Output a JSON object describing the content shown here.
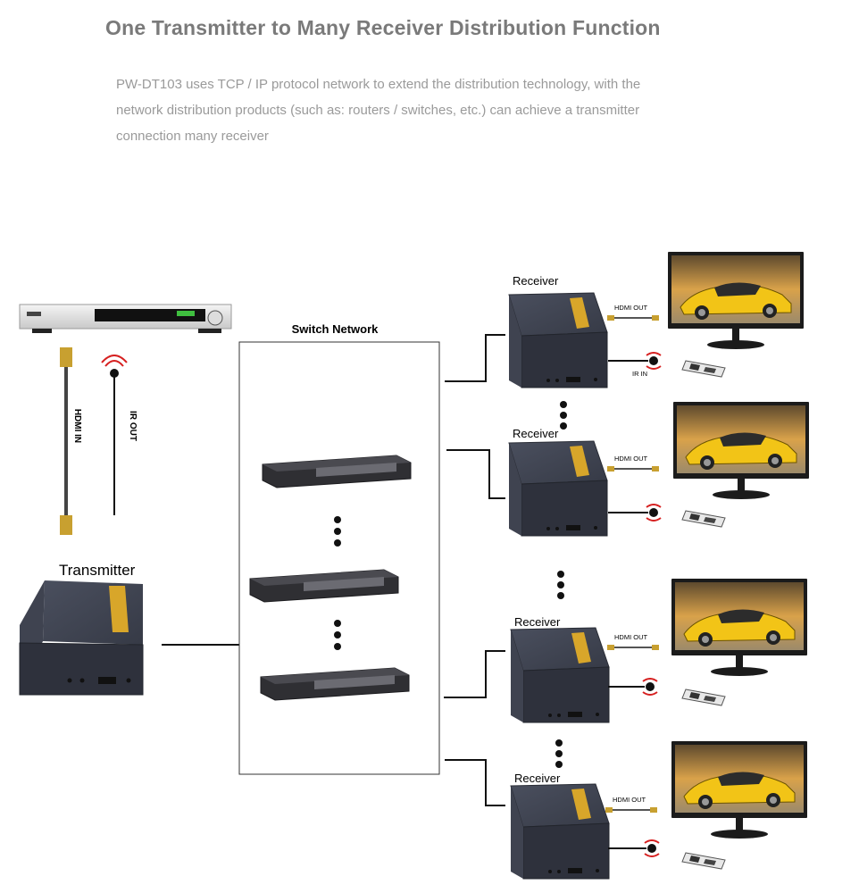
{
  "header": {
    "title": "One Transmitter to Many Receiver Distribution Function",
    "description_lines": [
      "PW-DT103 uses TCP / IP protocol network to extend the distribution technology, with the",
      "network distribution products (such as: routers / switches, etc.) can achieve a transmitter",
      "connection many receiver"
    ]
  },
  "diagram": {
    "switch_network_label": "Switch  Network",
    "transmitter_label": "Transmitter",
    "hdmi_in_label": "HDMI IN",
    "ir_out_label": "IR OUT",
    "receiver_label": "Receiver",
    "hdmi_out_label": "HDMI OUT",
    "ir_in_label": "IR IN",
    "receiver_count": 4,
    "switch_count": 3,
    "colors": {
      "device_body": "#3b3f4c",
      "device_front": "#2b2e38",
      "accent_gold": "#d8a62a",
      "line": "#111111",
      "ir_red": "#d62020",
      "car_yellow": "#f2c417",
      "sky": "#d9a24a"
    }
  }
}
